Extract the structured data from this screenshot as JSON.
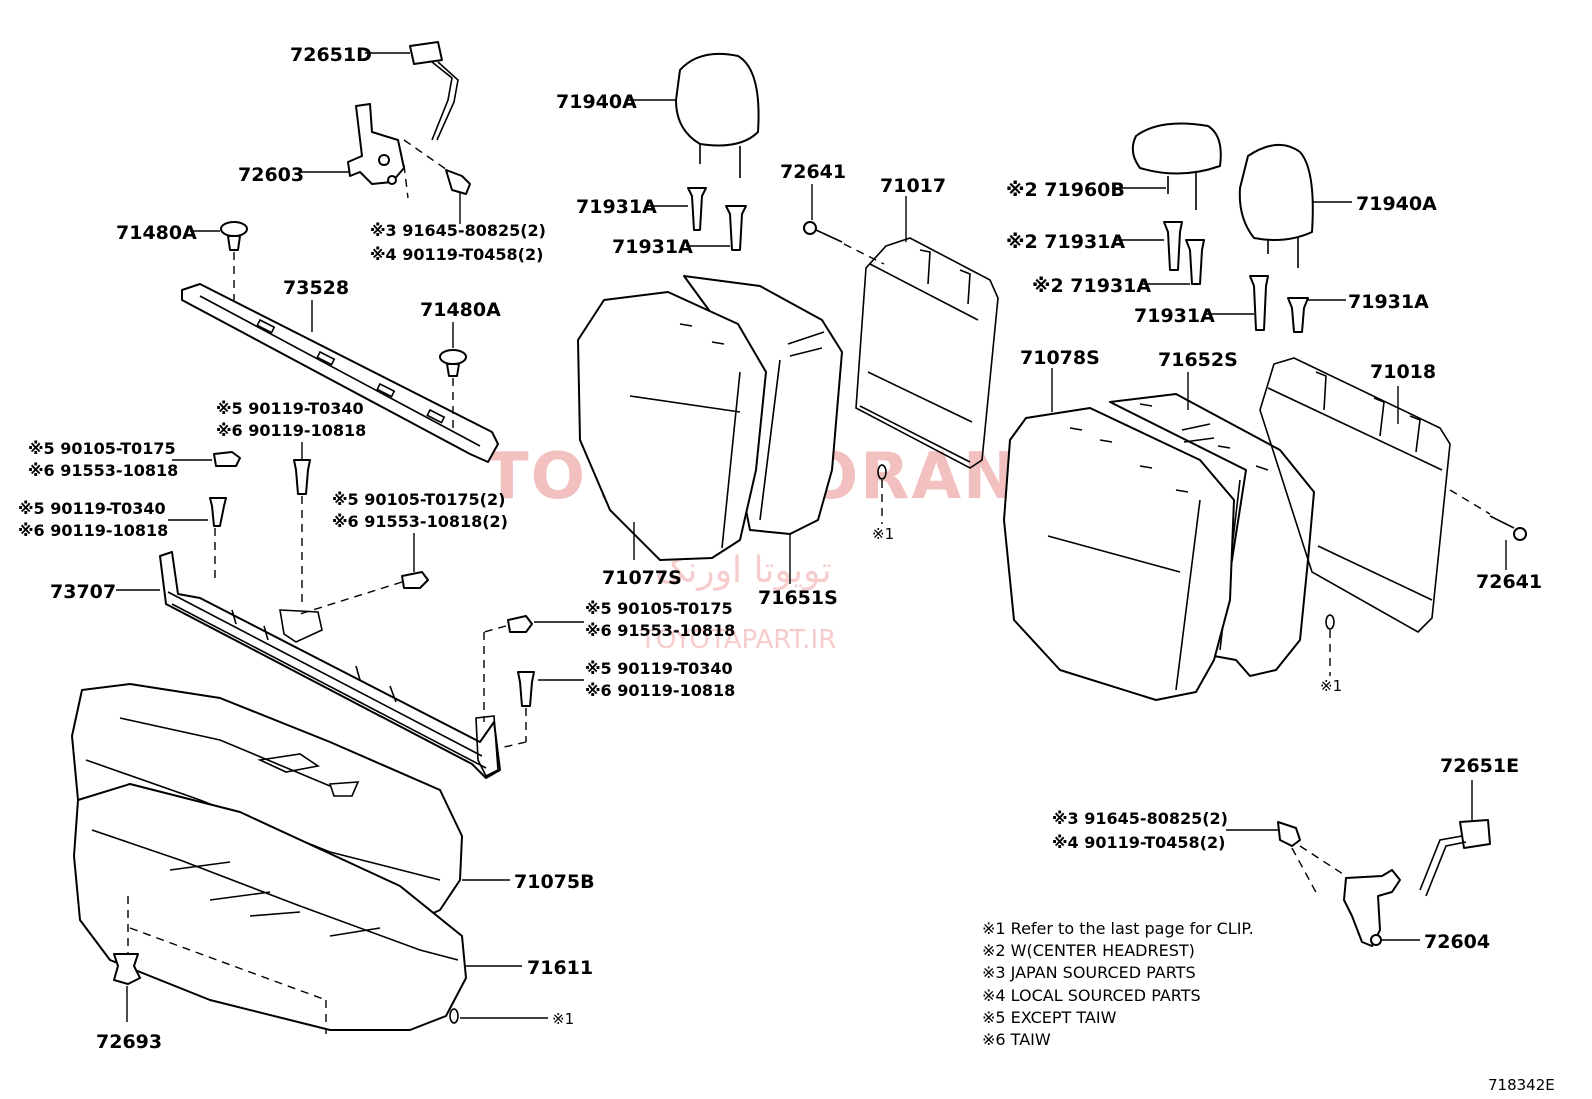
{
  "watermark": {
    "main": "TOYOTA ORANG",
    "persian": "تویوتا اورنگ",
    "site": "TOYOTAPART.IR"
  },
  "labels": {
    "p72651D": "72651D",
    "p72603": "72603",
    "p71480A_1": "71480A",
    "p73528": "73528",
    "p71480A_2": "71480A",
    "p73707": "73707",
    "p71075B": "71075B",
    "p71611": "71611",
    "p72693": "72693",
    "p71940A_1": "71940A",
    "p71931A_1": "71931A",
    "p71931A_2": "71931A",
    "p72641_1": "72641",
    "p71017": "71017",
    "p71077S": "71077S",
    "p71651S": "71651S",
    "p71960B": "※2 71960B",
    "p71940A_2": "71940A",
    "p71931A_3": "※2 71931A",
    "p71931A_4": "※2 71931A",
    "p71931A_5": "71931A",
    "p71931A_6": "71931A",
    "p71078S": "71078S",
    "p71652S": "71652S",
    "p71018": "71018",
    "p72641_2": "72641",
    "p72651E": "72651E",
    "p72604": "72604"
  },
  "fastener_labels": {
    "top_a": "※3 91645-80825(2)",
    "top_b": "※4 90119-T0458(2)",
    "left_a1": "※5 90105-T0175",
    "left_a2": "※6 91553-10818",
    "left_b1": "※5 90119-T0340",
    "left_b2": "※6 90119-10818",
    "mid_a1": "※5 90119-T0340",
    "mid_a2": "※6 90119-10818",
    "mid_b1": "※5 90105-T0175(2)",
    "mid_b2": "※6 91553-10818(2)",
    "right_a1": "※5 90105-T0175",
    "right_a2": "※6 91553-10818",
    "right_b1": "※5 90119-T0340",
    "right_b2": "※6 90119-10818",
    "br_a": "※3 91645-80825(2)",
    "br_b": "※4 90119-T0458(2)"
  },
  "clip_marks": {
    "c1": "※1",
    "c2": "※1",
    "c3": "※1"
  },
  "notes": [
    "※1 Refer to the last page for CLIP.",
    "※2 W(CENTER HEADREST)",
    "※3 JAPAN SOURCED PARTS",
    "※4 LOCAL SOURCED PARTS",
    "※5 EXCEPT TAIW",
    "※6 TAIW"
  ],
  "figure_ref": "718342E"
}
